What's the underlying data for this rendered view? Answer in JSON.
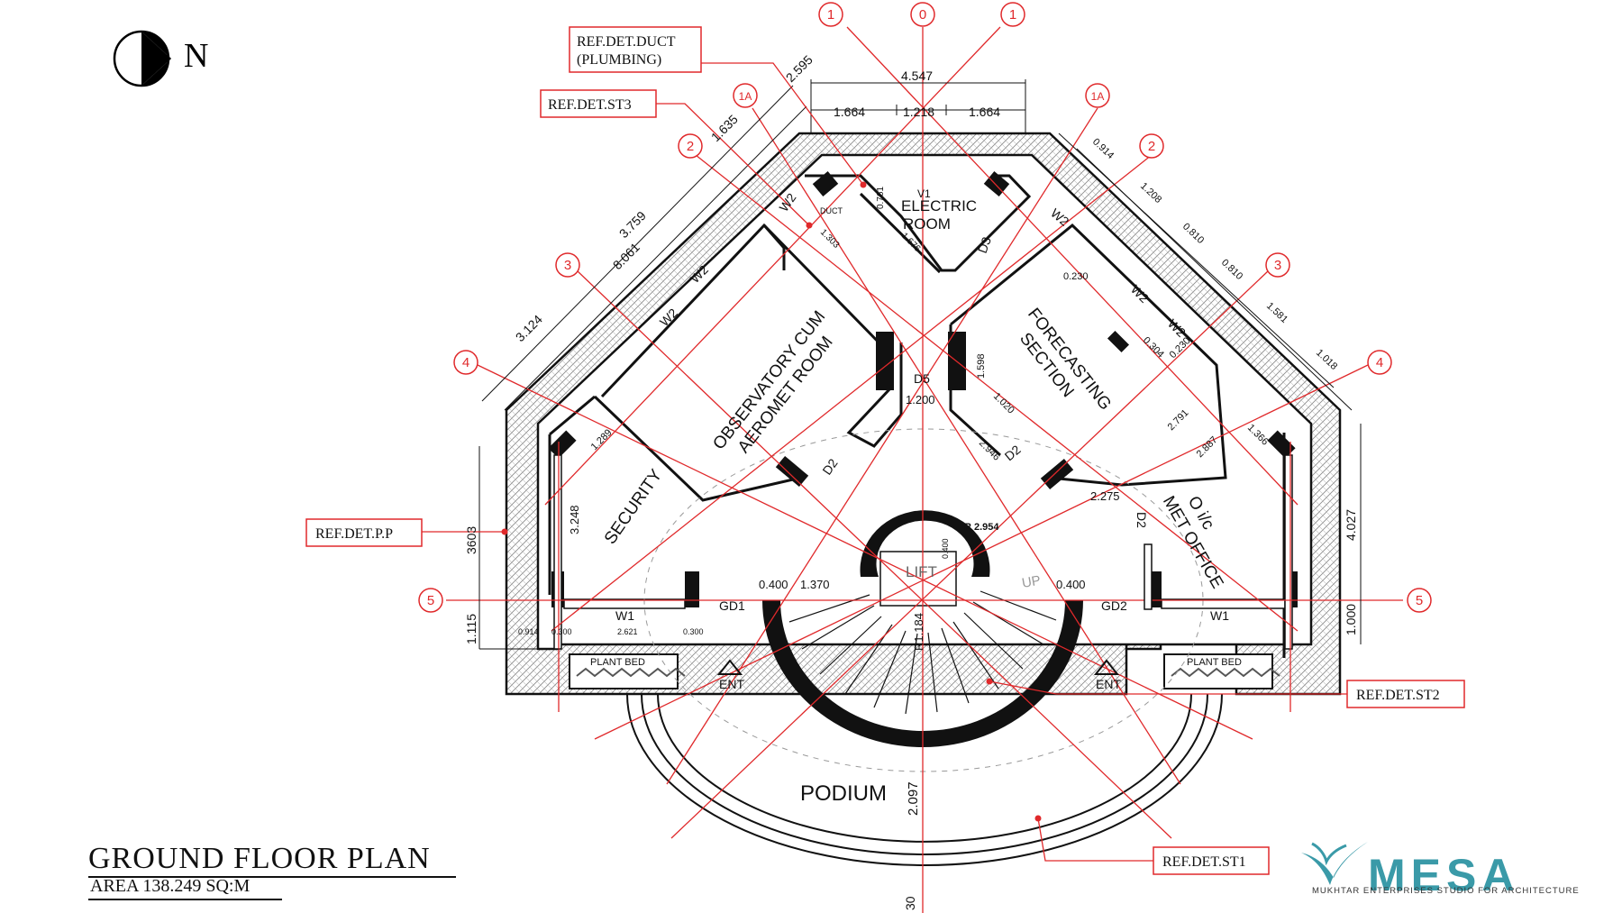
{
  "title": "GROUND FLOOR PLAN",
  "area": "AREA  138.249 SQ:M",
  "north": "N",
  "rooms": {
    "electric_1": "ELECTRIC",
    "electric_2": "ROOM",
    "observatory_1": "OBSERVATORY CUM",
    "observatory_2": "AEROMET ROOM",
    "forecasting_1": "FORECASTING",
    "forecasting_2": "SECTION",
    "security": "SECURITY",
    "met_1": "O i/c",
    "met_2": "MET OFFICE",
    "podium": "PODIUM",
    "lift": "LIFT",
    "up": "UP",
    "ent_left": "ENT",
    "ent_right": "ENT",
    "plant_bed_left": "PLANT  BED",
    "plant_bed_right": "PLANT  BED",
    "duct": "DUCT"
  },
  "refs": {
    "duct_1": "REF.DET.DUCT",
    "duct_2": "(PLUMBING)",
    "st3": "REF.DET.ST3",
    "pp": "REF.DET.P.P",
    "st2": "REF.DET.ST2",
    "st1": "REF.DET.ST1"
  },
  "grid": {
    "g1l": "1",
    "g0": "0",
    "g1r": "1",
    "g1al": "1A",
    "g1ar": "1A",
    "g2l": "2",
    "g2r": "2",
    "g3l": "3",
    "g3r": "3",
    "g4l": "4",
    "g4r": "4",
    "g5l": "5",
    "g5r": "5"
  },
  "dims": {
    "d4547": "4.547",
    "d1664a": "1.664",
    "d1218": "1.218",
    "d1664b": "1.664",
    "d2595": "2.595",
    "d1635": "1.635",
    "d3759": "3.759",
    "d8061": "8.061",
    "d3124": "3.124",
    "d0914": "0.914",
    "d1208": "1.208",
    "d0810a": "0.810",
    "d0810b": "0.810",
    "d1581": "1.581",
    "d1018": "1.018",
    "d3603": "3603",
    "d1115": "1.115",
    "d3248": "3.248",
    "d1289": "1.289",
    "d4027": "4.027",
    "d1000": "1.000",
    "d1200": "1.200",
    "d1598": "1.598",
    "d1020": "1.020",
    "d2946": "2.946",
    "d0230a": "0.230",
    "d0230b": "0.230",
    "d0304": "0.304",
    "d2791": "2.791",
    "d2887": "2.887",
    "d1366": "1.366",
    "d2275": "2.275",
    "r2954": "R 2.954",
    "d0400a": "0.400",
    "d1370": "1.370",
    "d0400b": "0.400",
    "r1184": "R1.184",
    "d2097": "2.097",
    "d0761": "0.761",
    "d1676": "1.676",
    "d1303": "1.303",
    "d0914b": "0.914",
    "d0300a": "0.300",
    "d2621": "2.621",
    "d0300b": "0.300",
    "d0400c": "0.400",
    "d30": "30"
  },
  "tags": {
    "w1l": "W1",
    "w1r": "W1",
    "w2a": "W2",
    "w2b": "W2",
    "w2c": "W2",
    "w2d": "W2",
    "w2e": "W2",
    "w2f": "W2",
    "v1": "V1",
    "d2a": "D2",
    "d2b": "D2",
    "d2c": "D2",
    "d3": "D3",
    "d5": "D5",
    "gd1": "GD1",
    "gd2": "GD2"
  },
  "logo": {
    "word": "MESA",
    "sub": "MUKHTAR ENTERPRISES STUDIO FOR ARCHITECTURE"
  },
  "colors": {
    "grid_line": "#e0292b",
    "wall": "#111111",
    "hatch": "#b8b8b8",
    "logo": "#3a9aa8"
  }
}
